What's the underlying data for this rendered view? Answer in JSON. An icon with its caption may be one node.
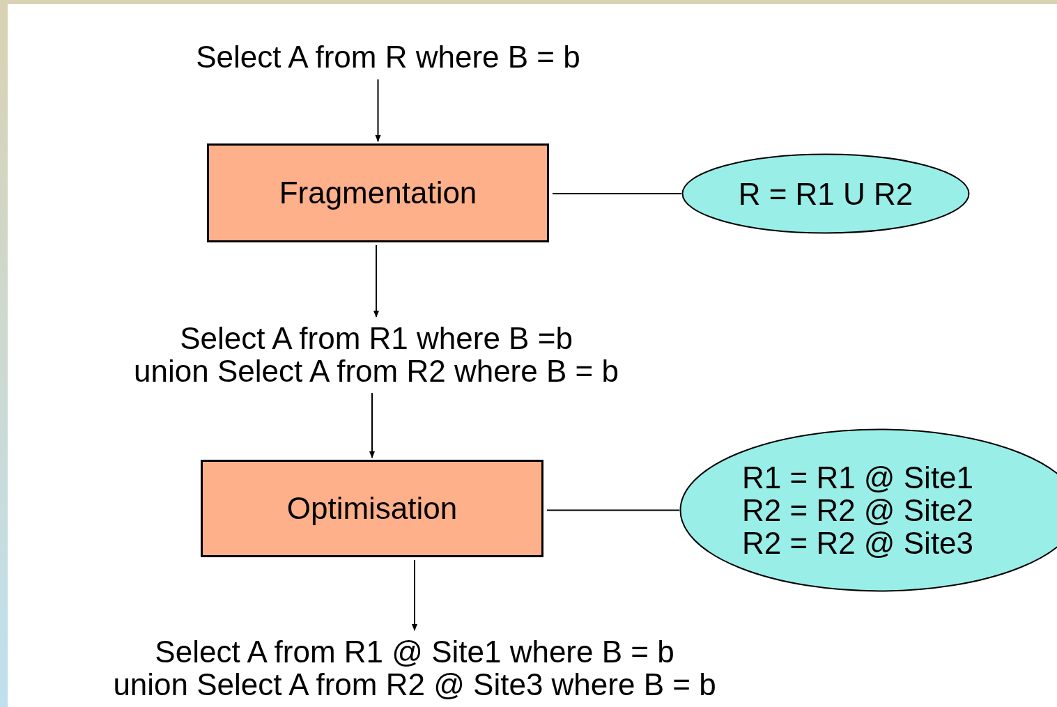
{
  "diagram": {
    "nodes": [
      {
        "text": [
          "Select A from R where B = b"
        ]
      },
      {
        "text": [
          "Fragmentation"
        ]
      },
      {
        "text": [
          "R = R1 U R2"
        ]
      },
      {
        "text": [
          "Select A from R1 where B =b",
          "union Select A from R2 where B = b"
        ]
      },
      {
        "text": [
          "Optimisation"
        ]
      },
      {
        "text": [
          "R1 = R1 @ Site1",
          "R2 = R2 @ Site2",
          "R2 = R2 @ Site3"
        ]
      },
      {
        "text": [
          "Select A from R1 @ Site1 where B = b",
          "union Select A from R2 @ Site3 where B = b"
        ]
      }
    ],
    "edges": [
      {
        "from": 0,
        "to": 1,
        "arrow": "to"
      },
      {
        "from": 1,
        "to": 2,
        "arrow": "none"
      },
      {
        "from": 1,
        "to": 3,
        "arrow": "to"
      },
      {
        "from": 3,
        "to": 4,
        "arrow": "to"
      },
      {
        "from": 4,
        "to": 5,
        "arrow": "none"
      },
      {
        "from": 4,
        "to": 6,
        "arrow": "to"
      }
    ]
  }
}
